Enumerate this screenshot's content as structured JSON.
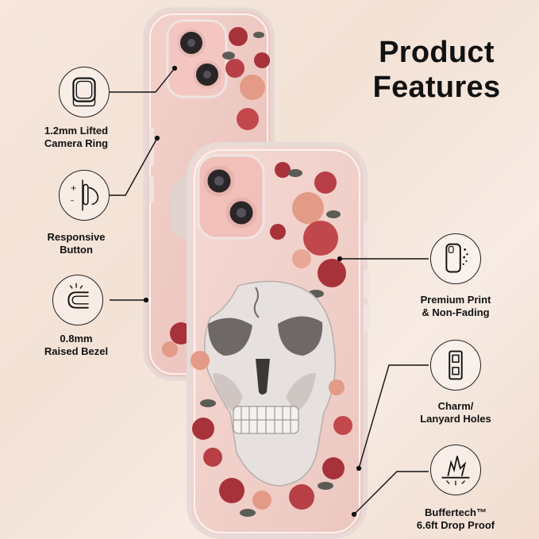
{
  "title": {
    "line1": "Product",
    "line2": "Features"
  },
  "features_left": [
    {
      "icon": "camera-ring-icon",
      "line1": "1.2mm Lifted",
      "line2": "Camera Ring"
    },
    {
      "icon": "button-icon",
      "line1": "Responsive",
      "line2": "Button"
    },
    {
      "icon": "bezel-icon",
      "line1": "0.8mm",
      "line2": "Raised Bezel"
    }
  ],
  "features_right": [
    {
      "icon": "print-icon",
      "line1": "Premium Print",
      "line2": "& Non-Fading"
    },
    {
      "icon": "lanyard-hole-icon",
      "line1": "Charm/",
      "line2": "Lanyard Holes"
    },
    {
      "icon": "drop-proof-icon",
      "line1": "Buffertech™",
      "line2": "6.6ft Drop Proof"
    }
  ],
  "colors": {
    "phone_pink": "#f1c9c4",
    "case_edge": "#e9dcd8",
    "flower_red": "#a8323a",
    "flower_peach": "#e39a86",
    "leaf": "#5b5d55",
    "skull": "#e6e1de",
    "skull_shadow": "#6e6866"
  }
}
